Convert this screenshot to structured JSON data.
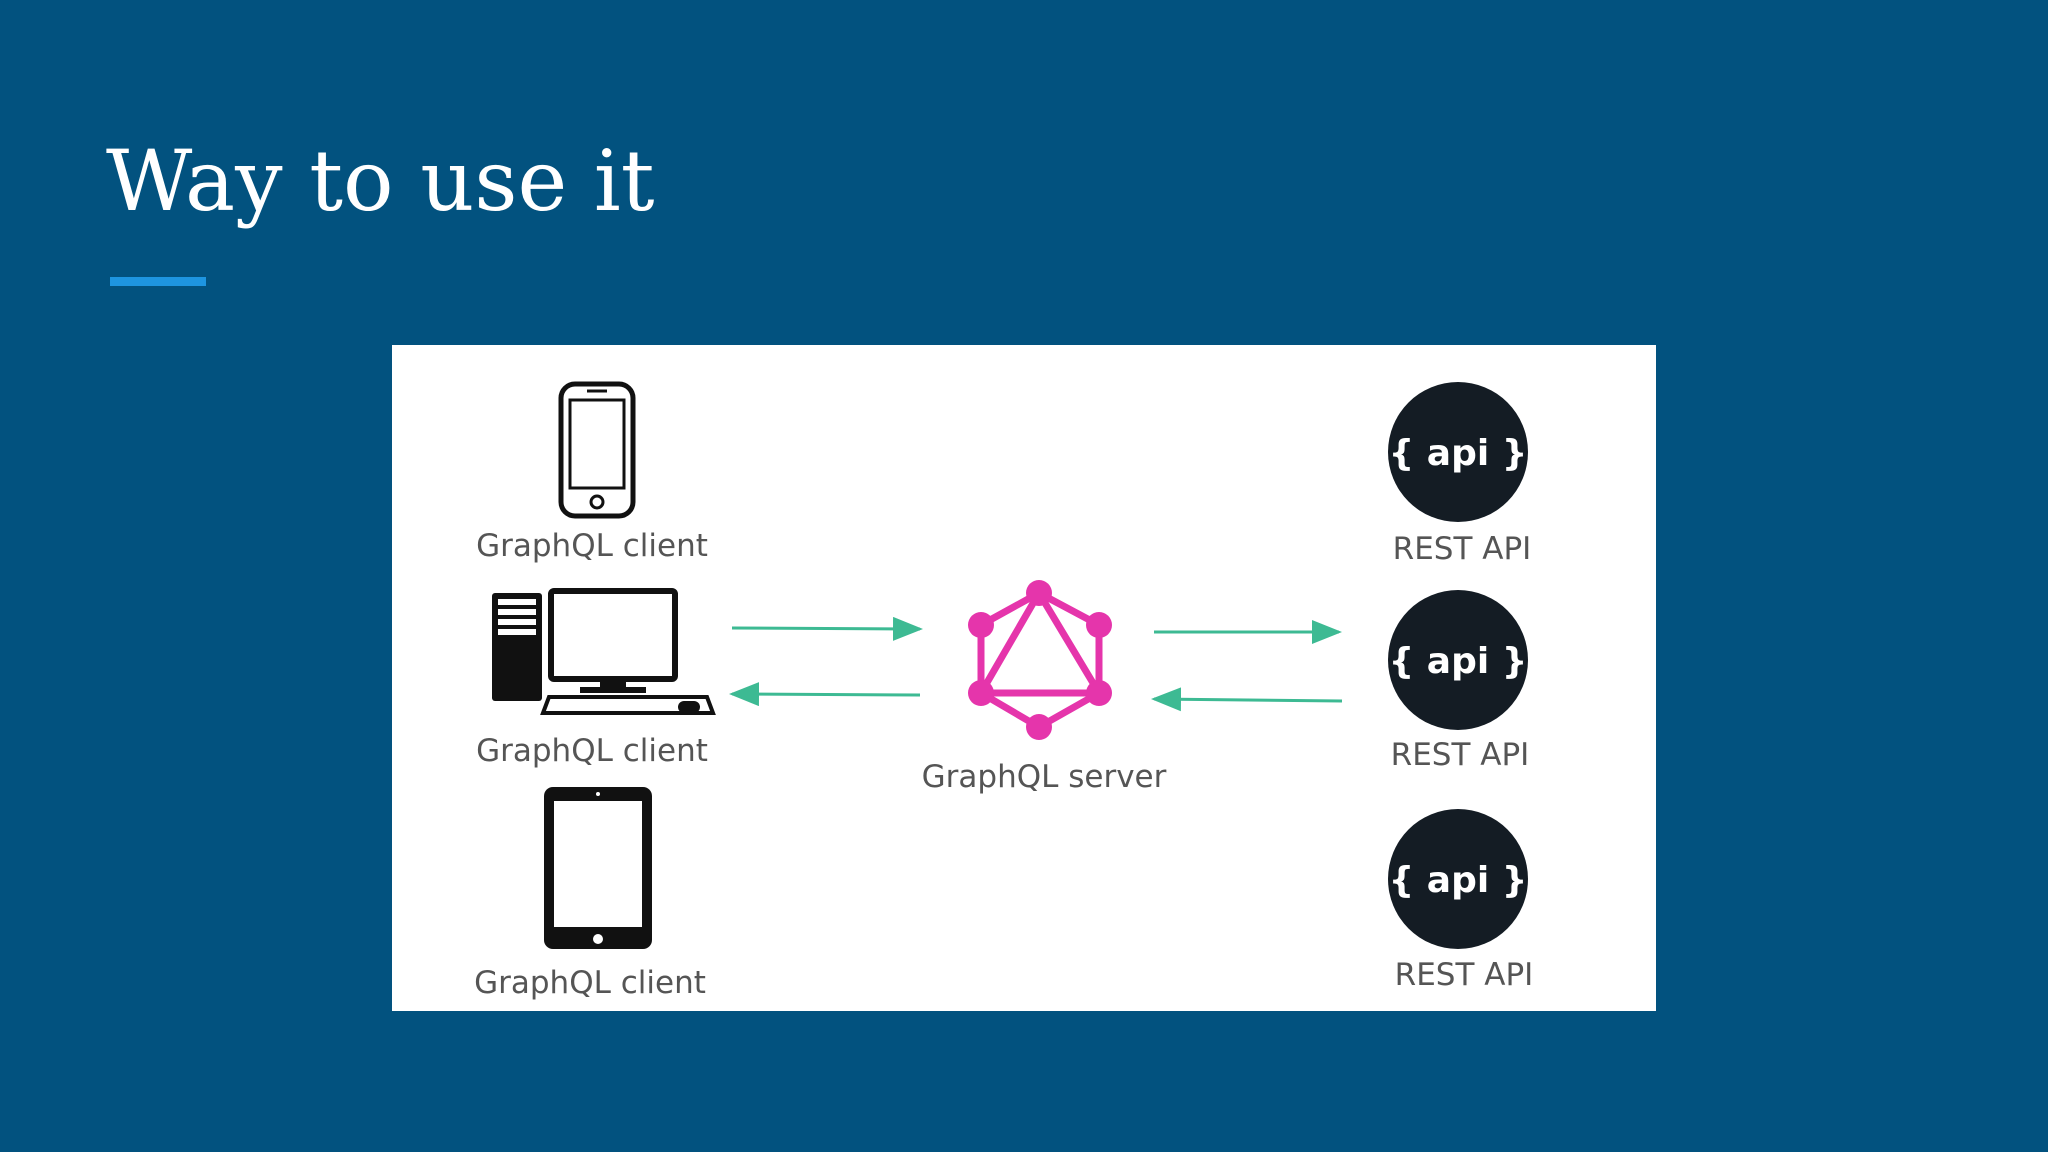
{
  "slide": {
    "title": "Way to use it",
    "background_color": "#02527f",
    "accent_color": "#1e95e0"
  },
  "diagram": {
    "clients": [
      {
        "label": "GraphQL client",
        "icon": "smartphone-icon"
      },
      {
        "label": "GraphQL client",
        "icon": "desktop-computer-icon"
      },
      {
        "label": "GraphQL client",
        "icon": "tablet-icon"
      }
    ],
    "server": {
      "label": "GraphQL server",
      "icon": "graphql-logo-icon",
      "color": "#e535ab"
    },
    "apis": [
      {
        "label": "REST API",
        "badge": "{ api }"
      },
      {
        "label": "REST API",
        "badge": "{ api }"
      },
      {
        "label": "REST API",
        "badge": "{ api }"
      }
    ],
    "arrow_color": "#3dba93"
  }
}
